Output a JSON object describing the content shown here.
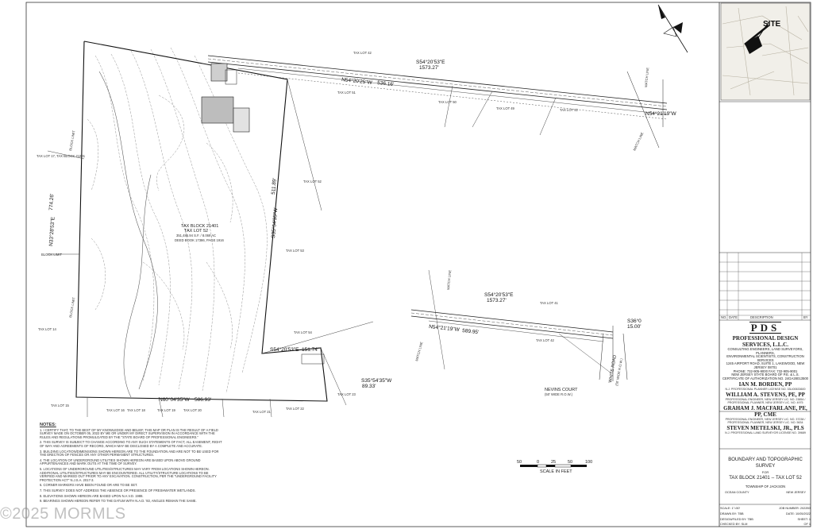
{
  "lots": {
    "tl42_top": "TAX LOT 42",
    "tl51": "TAX LOT 51",
    "tl50": "TAX LOT 50",
    "tl49": "TAX LOT 49",
    "tl42_right": "TAX LOT 42",
    "tl17": "TAX LOT 17, TAX BLOCK 21301",
    "tl52": "TAX LOT 52",
    "tl53": "TAX LOT 53",
    "tl14": "TAX LOT 14",
    "tl15": "TAX LOT 15",
    "tl16": "TAX LOT 16",
    "tl18": "TAX LOT 18",
    "tl19": "TAX LOT 19",
    "tl20": "TAX LOT 20",
    "tl21": "TAX LOT 21",
    "tl22": "TAX LOT 22",
    "tl23": "TAX LOT 23",
    "tl54": "TAX LOT 54",
    "tl41": "TAX LOT 41",
    "tl42_inset": "TAX LOT 42",
    "block_limit1": "BLOCK LIMIT",
    "block_limit2": "BLOCK LIMIT",
    "block_limit3": "BLOCK LIMIT",
    "match_line1": "MATCH LINE",
    "match_line2": "MATCH LINE",
    "match_line3": "MATCH LINE",
    "match_line4": "MATCH LINE"
  },
  "main_lot": {
    "line1": "TAX BLOCK 21401",
    "line2": "TAX LOT 52",
    "line3": "351,485.94 S.F. / 8.069 AC",
    "line4": "DEED BOOK 17386, PAGE 1916"
  },
  "bearings": {
    "top1": "S54°20'53\"E",
    "top1_dist": "1573.27'",
    "top2": "N54°20'25\"W",
    "top2_dist": "536.16'",
    "right_end": "N54°21'19\"W",
    "east_side": "S35°54'35\"W",
    "east_dist": "511.89'",
    "west_side": "N33°28'53\"E",
    "west_dist": "774.26'",
    "south": "N60°04'35\"W",
    "south_dist": "586.93'",
    "se1": "S54°20'53\"E",
    "se1_dist": "151.74'",
    "se2": "S35°54'35\"W",
    "se2_dist": "89.33'",
    "inset1": "S54°20'53\"E",
    "inset1_dist": "1573.27'",
    "inset2": "N54°21'19\"W",
    "inset2_dist": "589.95'",
    "inset3": "S36°0",
    "inset3_dist": "15.00'"
  },
  "streets": {
    "nevins": "NEVINS COURT",
    "nevins_sub": "(50' WIDE R.O.W.)",
    "white": "WHITE ROAD",
    "white_sub": "(50' WIDE R.O.W.)"
  },
  "vicinity": {
    "site": "SITE"
  },
  "company": {
    "logo": "PDS",
    "name": "PROFESSIONAL DESIGN SERVICES, L.L.C.",
    "desc1": "CONSULTING ENGINEERS, LAND SURVEYORS, PLANNERS,",
    "desc2": "ENVIRONMENTAL SCIENTISTS, CONSTRUCTION SERVICES",
    "addr": "1245 AIRPORT ROAD, SUITE 1, LAKEWOOD, NEW JERSEY 08701",
    "phone": "PHONE: 732-905-9000   FAX: 732-905-9001",
    "cert1": "NEW JERSEY STATE BOARD OF P.E. & L.S.",
    "cert2": "CERTIFICATE OF AUTHORIZATION NO. 24GA28013500",
    "p1": "IAN M. BORDEN, PP",
    "p1_sub": "N.J. PROFESSIONAL PLANNER LICENSE NO. 33LI00633600",
    "p2": "WILLIAM A. STEVENS, PE, PP",
    "p2_sub": "PROFESSIONAL ENGINEER, NEW JERSEY LIC. NO. 23854 / PROFESSIONAL PLANNER, NEW JERSEY LIC. NO. 4975",
    "p3": "GRAHAM J. MACFARLANE, PE, PP, CME",
    "p3_sub": "PROFESSIONAL ENGINEER, NEW JERSEY LIC. NO. 37238 / PROFESSIONAL PLANNER, NEW JERSEY LIC. NO. 5634",
    "p4": "STEVEN METELSKI, JR., PLS",
    "p4_sub": "N.J. PROFESSIONAL LAND SURVEYOR LICENSE NO. 39689"
  },
  "title": {
    "line1": "BOUNDARY AND TOPOGRAPHIC SURVEY",
    "line2": "FOR",
    "line3": "TAX BLOCK 21401 -- TAX LOT 52",
    "township": "TOWNSHIP OF JACKSON",
    "county": "OCEAN COUNTY",
    "state": "NEW JERSEY"
  },
  "info": {
    "scale": "SCALE:",
    "scale_val": "1\"=50'",
    "job": "JOB NUMBER:",
    "job_val": "2022B3",
    "drawn": "DRAWN BY:",
    "drawn_val": "TBB",
    "date": "DATE:",
    "date_val": "10/05/2022",
    "design": "DESIGN/FILED BY:",
    "design_val": "TBB",
    "sheet": "SHEET:",
    "sheet_val": "1",
    "checked": "CHECKED BY:",
    "checked_val": "SLM",
    "of": "OF",
    "of_val": "1"
  },
  "rev_header": {
    "no": "NO.",
    "date": "DATE",
    "desc": "DESCRIPTION",
    "by": "BY"
  },
  "scale_bar": {
    "t0": "50",
    "t1": "0",
    "t2": "25",
    "t3": "50",
    "t4": "100",
    "label": "SCALE IN FEET"
  },
  "notes": {
    "heading": "NOTES:",
    "n1": "1. I CERTIFY THAT, TO THE BEST OF MY KNOWLEDGE AND BELIEF, THIS MAP OR PLAN IS THE RESULT OF A FIELD SURVEY MADE ON OCTOBER 05, 2022 BY ME OR UNDER MY DIRECT SUPERVISION IN ACCORDANCE WITH THE RULES AND REGULATIONS PROMULGATED BY THE \"STATE BOARD OF PROFESSIONAL ENGINEERS.\"",
    "n2": "2. THIS SURVEY IS SUBJECT TO CHANGE ACCORDING TO ANY SUCH STATEMENTS OF FACT, ALL EASEMENT, RIGHT OF WAY AND AGREEMENTS OF RECORD, WHICH MAY BE DISCLOSED BY A COMPLETE AND ACCURATE.",
    "n3": "3. BUILDING LOCATION/DIMENSIONS SHOWN HEREON ARE TO THE FOUNDATION AND ARE NOT TO BE USED FOR THE ERECTION OF FENCES OR ANY OTHER PERMANENT STRUCTURES.",
    "n4": "4. THE LOCATION OF UNDERGROUND UTILITIES SHOWN HEREON ARE BASED UPON ABOVE GROUND APPURTENANCES AND MARK OUTS AT THE TIME OF SURVEY.",
    "n5": "5. LOCATIONS OF UNDERGROUND UTILITIES/STRUCTURES MAY VARY FROM LOCATIONS SHOWN HEREON. ADDITIONAL UTILITIES/STRUCTURES MAY BE ENCOUNTERED. ALL UTILITY/STRUCTURE LOCATIONS TO BE VERIFIED AND MARKED OUT PRIOR TO ANY EXCAVATION. CONSTRUCTION, PER THE \"UNDERGROUND FACILITY PROTECTION ACT\" N.J.S.A. 2017-3.",
    "n6": "6. CORNER MARKERS HAVE BEEN FOUND OR ARE TO BE SET.",
    "n7": "7. THIS SURVEY DOES NOT ADDRESS THE ABSENCE OR PRESENCE OF FRESHWATER WETLANDS.",
    "n8": "8. ELEVATIONS SHOWN HEREON ARE BASED UPON N.A.V.D. 1988.",
    "n9": "9. BEARINGS SHOWN HEREON REFER TO THE DATUM WITH N.A.D. '83, ANGLES REMAIN THE SAME."
  },
  "watermark": "©2025 MORMLS"
}
